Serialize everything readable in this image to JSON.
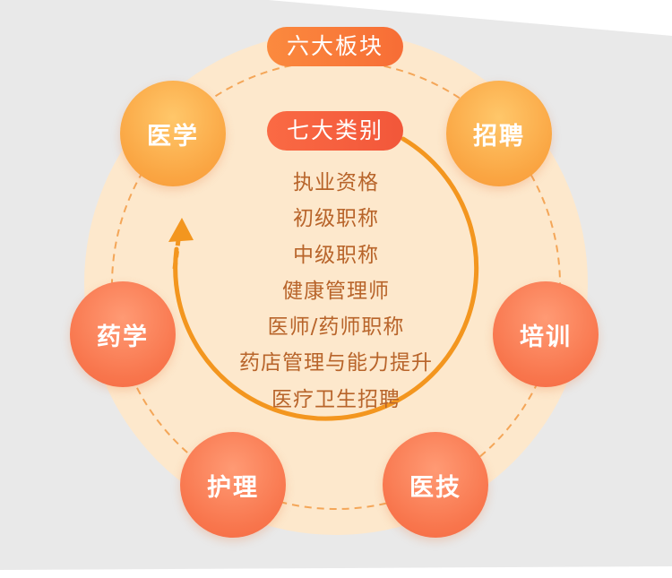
{
  "outer_pill": {
    "label": "六大板块"
  },
  "inner_pill": {
    "label": "七大类别"
  },
  "sections": [
    {
      "id": "medicine",
      "label": "医学"
    },
    {
      "id": "recruit",
      "label": "招聘"
    },
    {
      "id": "pharmacy",
      "label": "药学"
    },
    {
      "id": "training",
      "label": "培训"
    },
    {
      "id": "nursing",
      "label": "护理"
    },
    {
      "id": "techniques",
      "label": "医技"
    }
  ],
  "categories": [
    "执业资格",
    "初级职称",
    "中级职称",
    "健康管理师",
    "医师/药师职称",
    "药店管理与能力提升",
    "医疗卫生招聘"
  ],
  "colors": {
    "background_band": "#e9e9e9",
    "outer_disc": "#fde8cc",
    "dashed_ring": "#f4a658",
    "arc": "#f3961f",
    "text": "#b8642a"
  }
}
